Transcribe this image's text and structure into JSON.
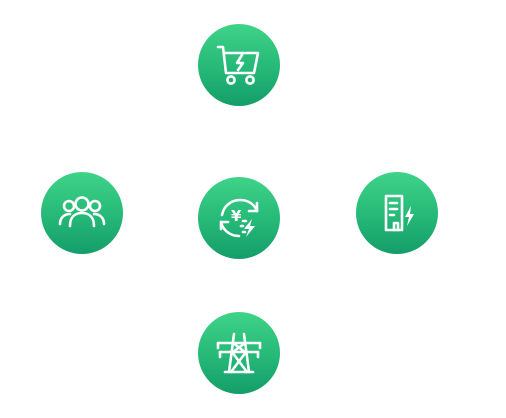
{
  "diagram": {
    "nodes": [
      {
        "id": "top",
        "icon": "shopping-cart-electricity-icon"
      },
      {
        "id": "left",
        "icon": "users-group-icon"
      },
      {
        "id": "center",
        "icon": "yen-exchange-energy-icon",
        "symbol": "¥"
      },
      {
        "id": "right",
        "icon": "charging-station-icon"
      },
      {
        "id": "bottom",
        "icon": "power-transmission-tower-icon"
      }
    ],
    "colors": {
      "gradient_top": "#3fd389",
      "gradient_mid": "#25b877",
      "gradient_bottom": "#159d6a",
      "icon": "#ffffff",
      "background": "#ffffff"
    }
  }
}
